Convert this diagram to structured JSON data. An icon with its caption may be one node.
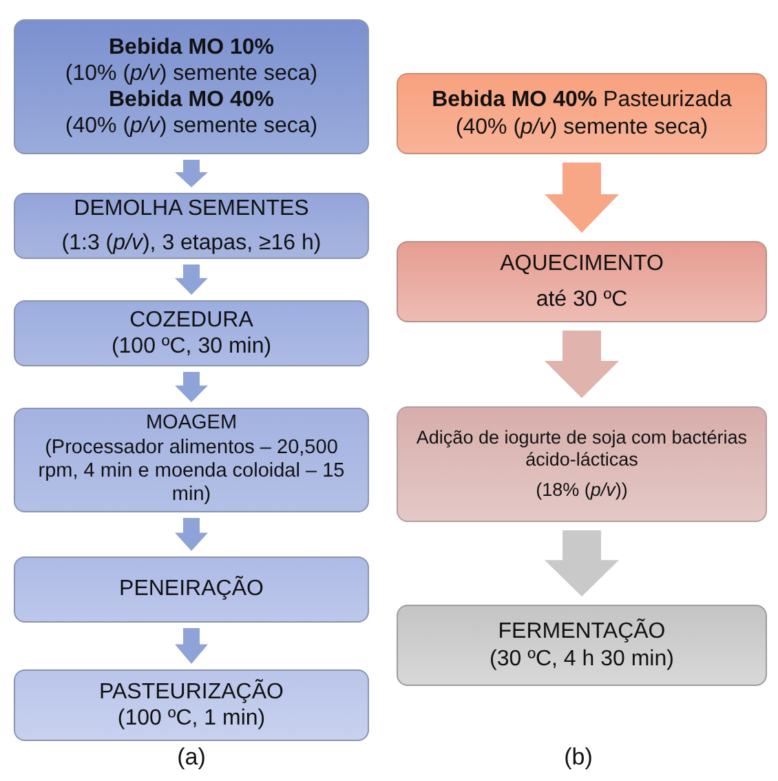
{
  "diagram": {
    "nodes": [
      {
        "text": [
          "Bebida MO 10%",
          "(10% (*p/v*) semente seca)",
          "Bebida MO 40%",
          "(40% (*p/v*) semente seca)"
        ]
      },
      {
        "text": [
          "DEMOLHA SEMENTES",
          "(1:3 (*p/v*), 3 etapas, ≥16 h)"
        ]
      },
      {
        "text": [
          "COZEDURA",
          "(100 ºC, 30 min)"
        ]
      },
      {
        "text": [
          "MOAGEM",
          "(Processador alimentos – 20,500 rpm, 4 min e moenda coloidal – 15 min)"
        ]
      },
      {
        "text": [
          "PENEIRAÇÃO"
        ]
      },
      {
        "text": [
          "PASTEURIZAÇÃO",
          "(100 ºC, 1 min)"
        ]
      },
      {
        "text": [
          "**Bebida MO 40%** Pasteurizada",
          "(40% (*p/v*) semente seca)"
        ]
      },
      {
        "text": [
          "AQUECIMENTO",
          "até 30 ºC"
        ]
      },
      {
        "text": [
          "Adição de iogurte de soja com bactérias ácido-lácticas",
          "(18% (*p/v*))"
        ]
      },
      {
        "text": [
          "FERMENTAÇÃO",
          "(30 ºC, 4 h 30 min)"
        ]
      }
    ],
    "edges": [
      {
        "from": 0,
        "to": 1,
        "arrow": "to"
      },
      {
        "from": 1,
        "to": 2,
        "arrow": "to"
      },
      {
        "from": 2,
        "to": 3,
        "arrow": "to"
      },
      {
        "from": 3,
        "to": 4,
        "arrow": "to"
      },
      {
        "from": 4,
        "to": 5,
        "arrow": "to"
      },
      {
        "from": 6,
        "to": 7,
        "arrow": "to",
        "color": "#f7a786"
      },
      {
        "from": 7,
        "to": 8,
        "arrow": "to",
        "color": "#e0b3ad"
      },
      {
        "from": 8,
        "to": 9,
        "arrow": "to",
        "color": "#c9c9c9"
      }
    ],
    "labels": [
      "(a)",
      "(b)"
    ]
  }
}
